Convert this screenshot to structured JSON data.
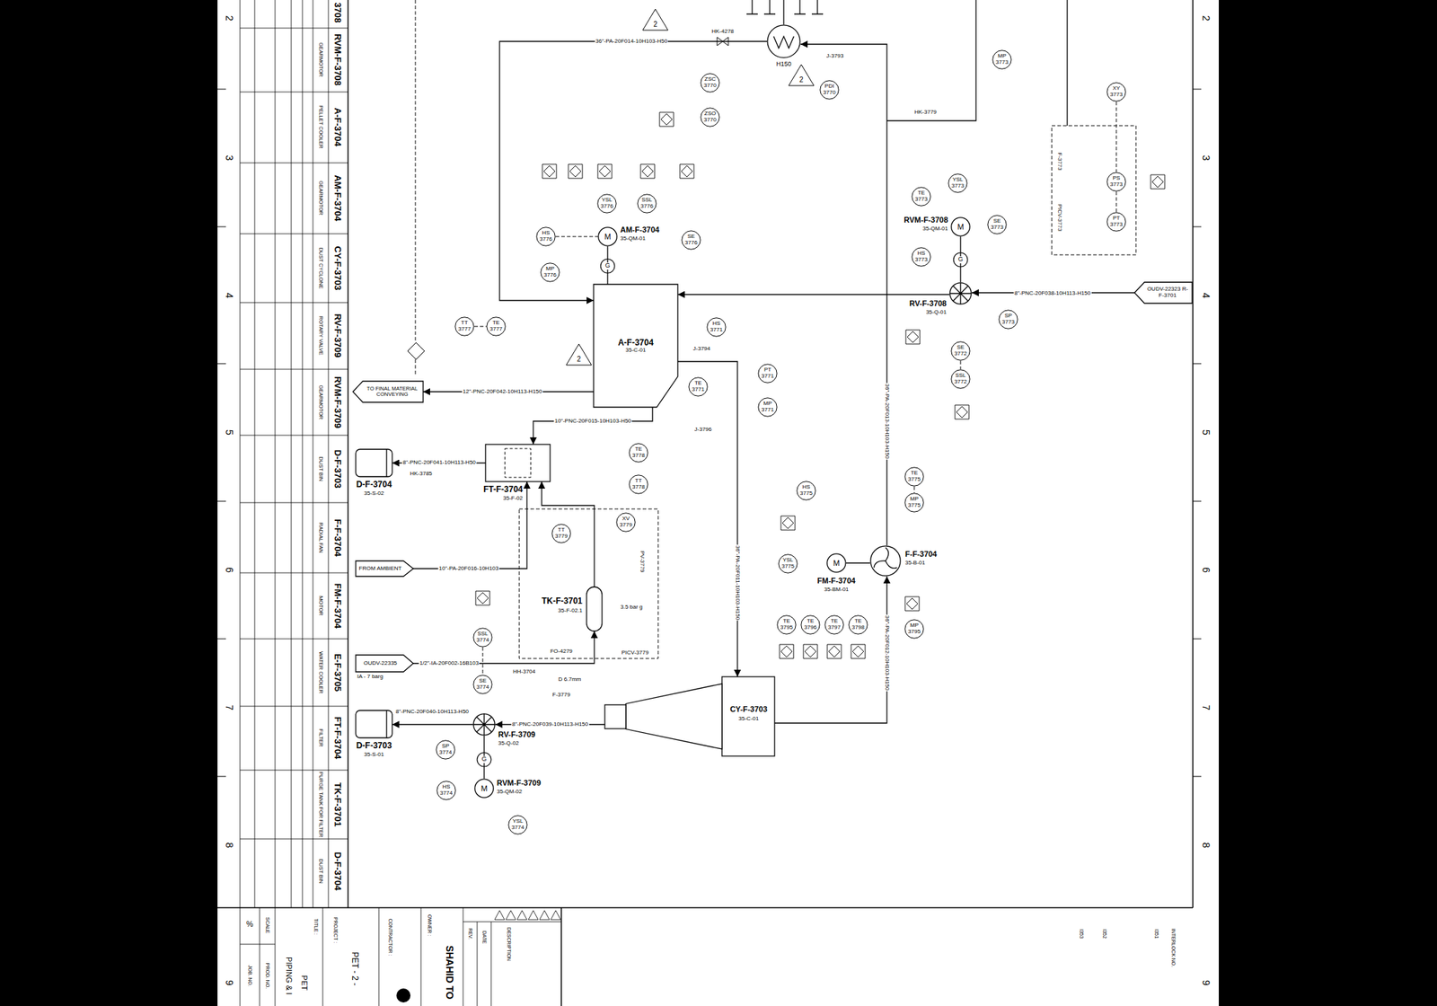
{
  "diagram": {
    "nodes": [
      {
        "text": [
          "H150"
        ]
      },
      {
        "text": [
          "A-F-3704",
          "35-C-01"
        ]
      },
      {
        "text": [
          "M",
          "AM-F-3704",
          "35-QM-01"
        ]
      },
      {
        "text": [
          "M",
          "RVM-F-3708",
          "35-QM-01"
        ]
      },
      {
        "text": [
          "RV-F-3708",
          "35-Q-01"
        ]
      },
      {
        "text": [
          "OUDV-22323 R-F-3701"
        ]
      },
      {
        "text": [
          "TO FINAL MATERIAL CONVEYING"
        ]
      },
      {
        "text": [
          "FT-F-3704",
          "35-F-02"
        ]
      },
      {
        "text": [
          "D-F-3704",
          "35-S-02"
        ]
      },
      {
        "text": [
          "FROM AMBIENT"
        ]
      },
      {
        "text": [
          "TK-F-3701",
          "35-F-02.1"
        ]
      },
      {
        "text": [
          "OUDV-22335",
          "IA - 7 barg"
        ]
      },
      {
        "text": [
          "CY-F-3703",
          "35-C-01"
        ]
      },
      {
        "text": [
          "RV-F-3709",
          "35-Q-02"
        ]
      },
      {
        "text": [
          "M",
          "RVM-F-3709",
          "35-QM-02"
        ]
      },
      {
        "text": [
          "D-F-3703",
          "35-S-01"
        ]
      },
      {
        "text": [
          "F-F-3704",
          "35-B-01"
        ]
      },
      {
        "text": [
          "M",
          "FM-F-3704",
          "35-BM-01"
        ]
      },
      {
        "text": [
          "TT 3777"
        ]
      },
      {
        "text": [
          "TE 3777"
        ]
      },
      {
        "text": [
          "MP 3776"
        ]
      },
      {
        "text": [
          "HS 3776"
        ]
      },
      {
        "text": [
          "YSL 3776"
        ]
      },
      {
        "text": [
          "SSL 3776"
        ]
      },
      {
        "text": [
          "SE 3776"
        ]
      },
      {
        "text": [
          "HS 3771"
        ]
      },
      {
        "text": [
          "TE 3771"
        ]
      },
      {
        "text": [
          "PT 3771"
        ]
      },
      {
        "text": [
          "MP 3771"
        ]
      },
      {
        "text": [
          "TE 3778"
        ]
      },
      {
        "text": [
          "TT 3778"
        ]
      },
      {
        "text": [
          "TT 3779"
        ]
      },
      {
        "text": [
          "XV 3779"
        ]
      },
      {
        "text": [
          "SSL 3774"
        ]
      },
      {
        "text": [
          "SE 3774"
        ]
      },
      {
        "text": [
          "SP 3774"
        ]
      },
      {
        "text": [
          "HS 3774"
        ]
      },
      {
        "text": [
          "YSL 3774"
        ]
      },
      {
        "text": [
          "HS 3775"
        ]
      },
      {
        "text": [
          "TE 3775"
        ]
      },
      {
        "text": [
          "MP 3775"
        ]
      },
      {
        "text": [
          "YSL 3775"
        ]
      },
      {
        "text": [
          "MP 3795"
        ]
      },
      {
        "text": [
          "HS 3773"
        ]
      },
      {
        "text": [
          "TE 3773"
        ]
      },
      {
        "text": [
          "SE 3773"
        ]
      },
      {
        "text": [
          "SP 3773"
        ]
      },
      {
        "text": [
          "SE 3772"
        ]
      },
      {
        "text": [
          "SSL 3772"
        ]
      },
      {
        "text": [
          "YSL 3773"
        ]
      },
      {
        "text": [
          "MP 3773"
        ]
      },
      {
        "text": [
          "XY 3773"
        ]
      },
      {
        "text": [
          "PS 3773"
        ]
      },
      {
        "text": [
          "PT 3773"
        ]
      },
      {
        "text": [
          "ZSC 3770"
        ]
      },
      {
        "text": [
          "ZSO 3770"
        ]
      },
      {
        "text": [
          "PDI 3770"
        ]
      },
      {
        "text": [
          "TE 3795"
        ]
      },
      {
        "text": [
          "TE 3796"
        ]
      },
      {
        "text": [
          "TE 3797"
        ]
      },
      {
        "text": [
          "TE 3798"
        ]
      }
    ],
    "edges": [
      {
        "from": 16,
        "to": 0,
        "arrow": "to",
        "label": "36\"-PA-20F013-10H103-H150"
      },
      {
        "from": 0,
        "to": 1,
        "arrow": "to",
        "label": "36\"-PA-20F014-10H103-H50"
      },
      {
        "from": 4,
        "to": 1,
        "arrow": "to"
      },
      {
        "from": 5,
        "to": 4,
        "arrow": "to",
        "label": "8\"-PNC-20F038-10H113-H150"
      },
      {
        "from": 1,
        "to": 12,
        "arrow": "to",
        "label": "36\"-PA-20F011-10H103-H150"
      },
      {
        "from": 1,
        "to": 6,
        "arrow": "to",
        "label": "12\"-PNC-20F042-10H113-H150"
      },
      {
        "from": 1,
        "to": 7,
        "arrow": "to",
        "label": "10\"-PNC-20F015-10H103-H50"
      },
      {
        "from": 7,
        "to": 8,
        "arrow": "to",
        "label": "8\"-PNC-20F041-10H113-H50"
      },
      {
        "from": 9,
        "to": 7,
        "arrow": "to",
        "label": "10\"-PA-20F016-10H103"
      },
      {
        "from": 11,
        "to": 10,
        "arrow": "to",
        "label": "1/2\"-IA-20F002-16B103"
      },
      {
        "from": 10,
        "to": 7,
        "arrow": "to"
      },
      {
        "from": 12,
        "to": 13,
        "arrow": "to",
        "label": "8\"-PNC-20F039-10H113-H150"
      },
      {
        "from": 13,
        "to": 15,
        "arrow": "to",
        "label": "8\"-PNC-20F040-10H113-H50"
      },
      {
        "from": 17,
        "to": 16,
        "arrow": "none"
      },
      {
        "from": 2,
        "to": 1,
        "arrow": "none"
      },
      {
        "from": 3,
        "to": 4,
        "arrow": "none"
      },
      {
        "from": 14,
        "to": 13,
        "arrow": "none"
      },
      {
        "from": 12,
        "to": 16,
        "arrow": "to",
        "label": "36\"-PA-20F012-10H103-H150"
      }
    ],
    "labels": [
      "3708",
      "RVM-F-3708",
      "GEARMOTOR",
      "A-F-3704",
      "PELLET COOLER",
      "AM-F-3704",
      "GEARMOTOR",
      "CY-F-3703",
      "DUST CYCLONE",
      "RV-F-3709",
      "ROTARY VALVE",
      "RVM-F-3709",
      "GEARMOTOR",
      "D-F-3703",
      "DUST BIN",
      "F-F-3704",
      "RADIAL FAN",
      "FM-F-3704",
      "MOTOR",
      "E-F-3705",
      "WATER COOLER",
      "FT-F-3704",
      "FILTER",
      "TK-F-3701",
      "PURGE TANK FOR FILTER",
      "D-F-3704",
      "DUST BIN",
      "2",
      "3",
      "4",
      "5",
      "6",
      "7",
      "8",
      "9",
      "2",
      "3",
      "4",
      "5",
      "6",
      "7",
      "8",
      "9",
      "%",
      "SCALE",
      "JOB. NO.",
      "PROD. NO.",
      "TITLE :",
      "PIPING & I",
      "PET",
      "PROJECT :",
      "PET - 2 -",
      "CONTRACTOR :",
      "OWNER :",
      "SHAHID TO",
      "REV.",
      "DATE",
      "DESCRIPTION",
      "INTERLOCK NO.",
      "I351",
      "I352",
      "I353",
      "HK-4278",
      "J-3793",
      "HK-3779",
      "J-3794",
      "J-3796",
      "HK-3785",
      "HH-3704",
      "FO-4279",
      "D 6.7mm",
      "F-3779",
      "PICV-3779",
      "PV-3779",
      "3.5 bar g",
      "F-3773",
      "PICV-3773",
      "G",
      "G",
      "G",
      "2",
      "2",
      "2"
    ]
  }
}
